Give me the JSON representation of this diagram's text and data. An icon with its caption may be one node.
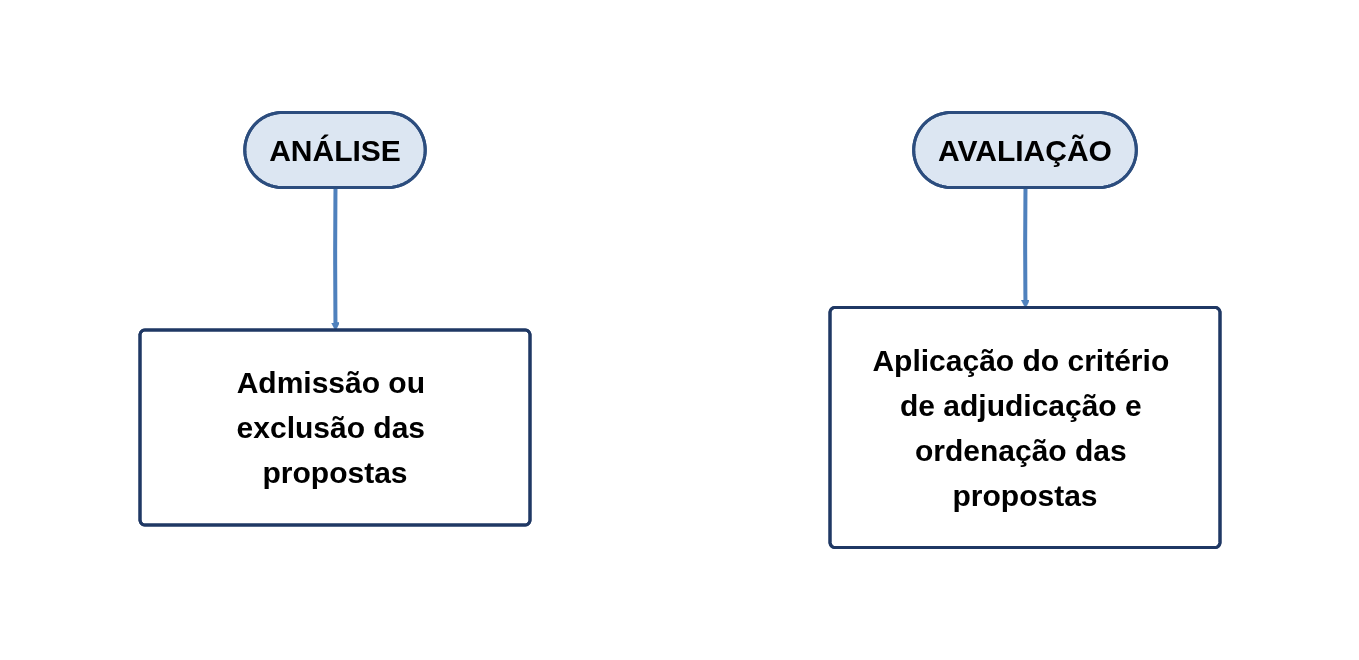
{
  "diagram": {
    "nodes": [
      {
        "text": [
          "ANÁLISE"
        ]
      },
      {
        "text": [
          "AVALIAÇÃO"
        ]
      },
      {
        "text": [
          "Admissão ou exclusão das propostas"
        ]
      },
      {
        "text": [
          "Aplicação do critério de adjudicação e ordenação das propostas"
        ]
      }
    ],
    "edges": [
      {
        "from": 0,
        "to": 2,
        "arrow": "to"
      },
      {
        "from": 1,
        "to": 3,
        "arrow": "to"
      }
    ]
  }
}
